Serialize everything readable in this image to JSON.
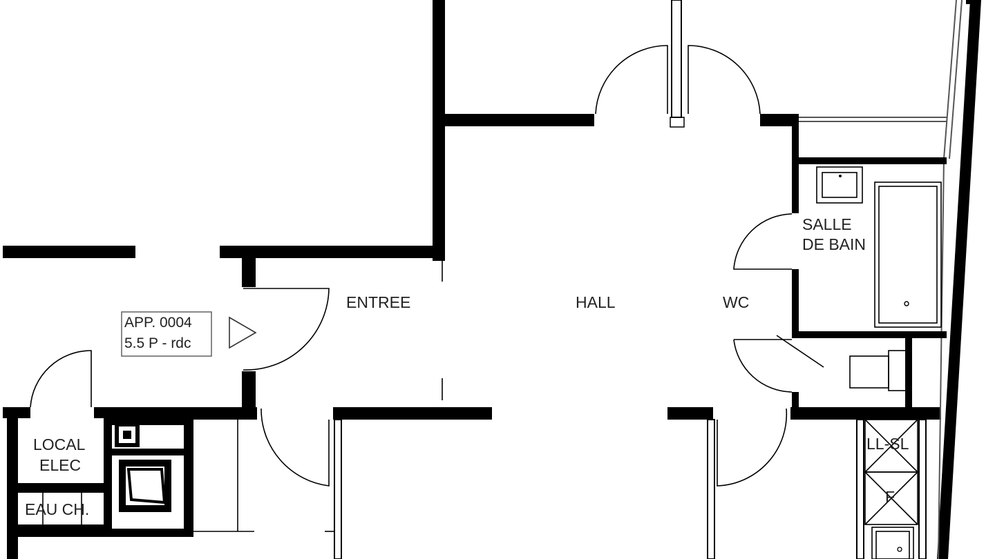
{
  "rooms": {
    "entree": "ENTREE",
    "hall": "HALL",
    "wc": "WC",
    "salle_de_bain_line1": "SALLE",
    "salle_de_bain_line2": "DE BAIN",
    "local_elec_line1": "LOCAL",
    "local_elec_line2": "ELEC",
    "eau_ch": "EAU CH.",
    "ll_sl": "LL-SL",
    "f": "F"
  },
  "apartment_tag": {
    "line1": "APP. 0004",
    "line2": "5.5 P - rdc"
  },
  "colors": {
    "wall": "#000000",
    "background": "#ffffff",
    "text": "#222222"
  }
}
